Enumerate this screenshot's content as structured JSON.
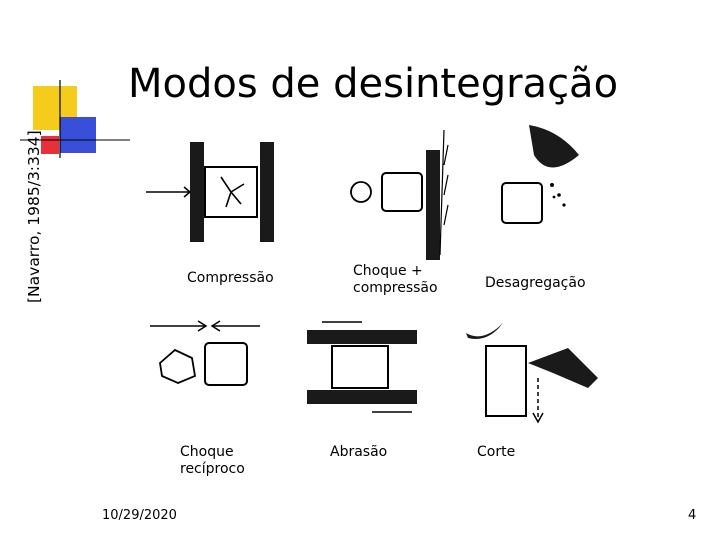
{
  "slide": {
    "title": "Modos de desintegração",
    "citation": "[Navarro, 1985/3:334]",
    "date": "10/29/2020",
    "page_number": "4"
  },
  "modes": {
    "compressao": "Compressão",
    "choque_compressao": "Choque +\ncompressão",
    "desagregacao": "Desagregação",
    "choque_reciproco": "Choque\nrecíproco",
    "abrasao": "Abrasão",
    "corte": "Corte"
  },
  "colors": {
    "accent_yellow": "#f6cc1c",
    "accent_red": "#e8303a",
    "accent_blue": "#3a4fd8"
  }
}
